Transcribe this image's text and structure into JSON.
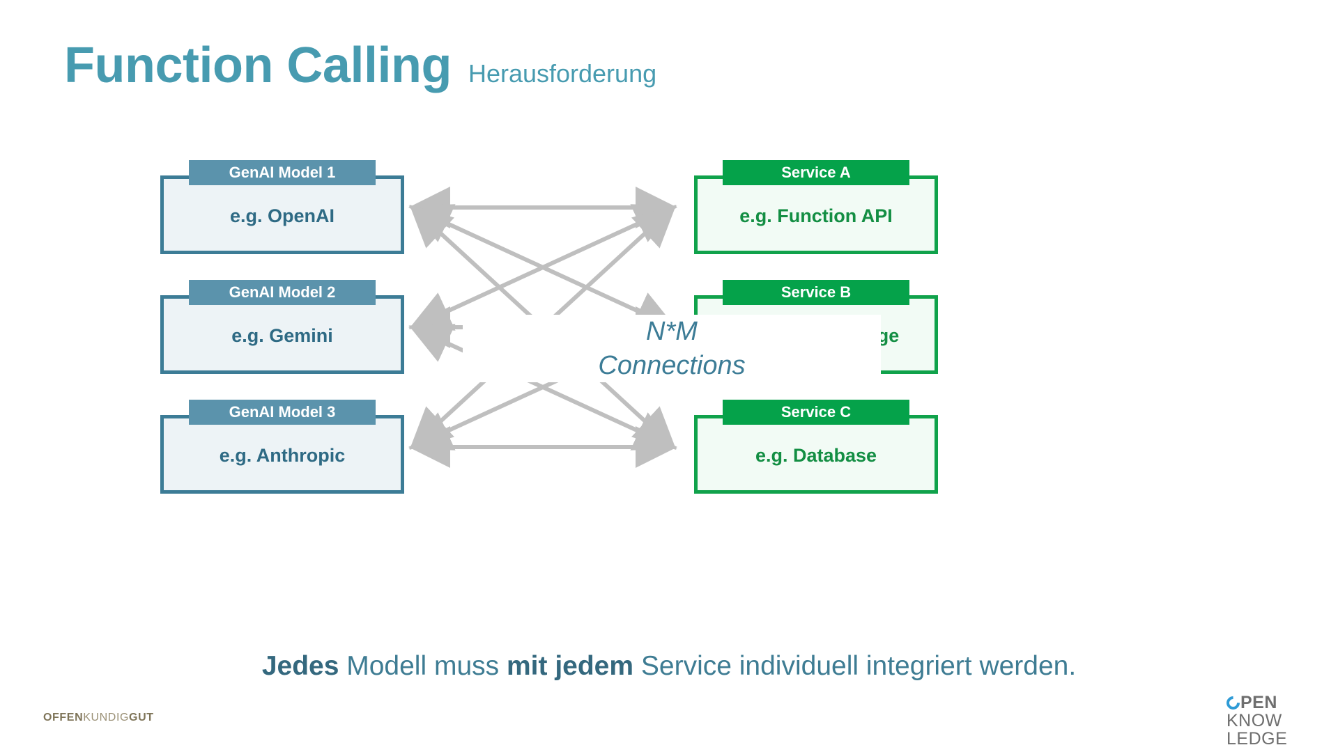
{
  "title": {
    "main": "Function Calling",
    "sub": "Herausforderung",
    "accent_color": "#479BB0"
  },
  "diagram": {
    "center_label_line1": "N*M",
    "center_label_line2": "Connections",
    "connector_color": "#BFBFBF",
    "models": [
      {
        "tab": "GenAI Model 1",
        "body": "e.g. OpenAI"
      },
      {
        "tab": "GenAI Model 2",
        "body": "e.g. Gemini"
      },
      {
        "tab": "GenAI Model 3",
        "body": "e.g. Anthropic"
      }
    ],
    "services": [
      {
        "tab": "Service A",
        "body": "e.g. Function API"
      },
      {
        "tab": "Service B",
        "body": "e.g. Cloud Storage"
      },
      {
        "tab": "Service C",
        "body": "e.g. Database"
      }
    ],
    "model_color": "#3C7C96",
    "service_color": "#10A24B"
  },
  "caption": {
    "part1_bold": "Jedes",
    "part2": " Modell muss ",
    "part3_bold": "mit jedem",
    "part4": " Service individuell integriert werden."
  },
  "logos": {
    "offen_bold1": "OFFEN",
    "offen_light": "KUNDIG",
    "offen_bold2": "GUT",
    "ok_line1": "PEN",
    "ok_line2": "KNOW",
    "ok_line3": "LEDGE"
  }
}
